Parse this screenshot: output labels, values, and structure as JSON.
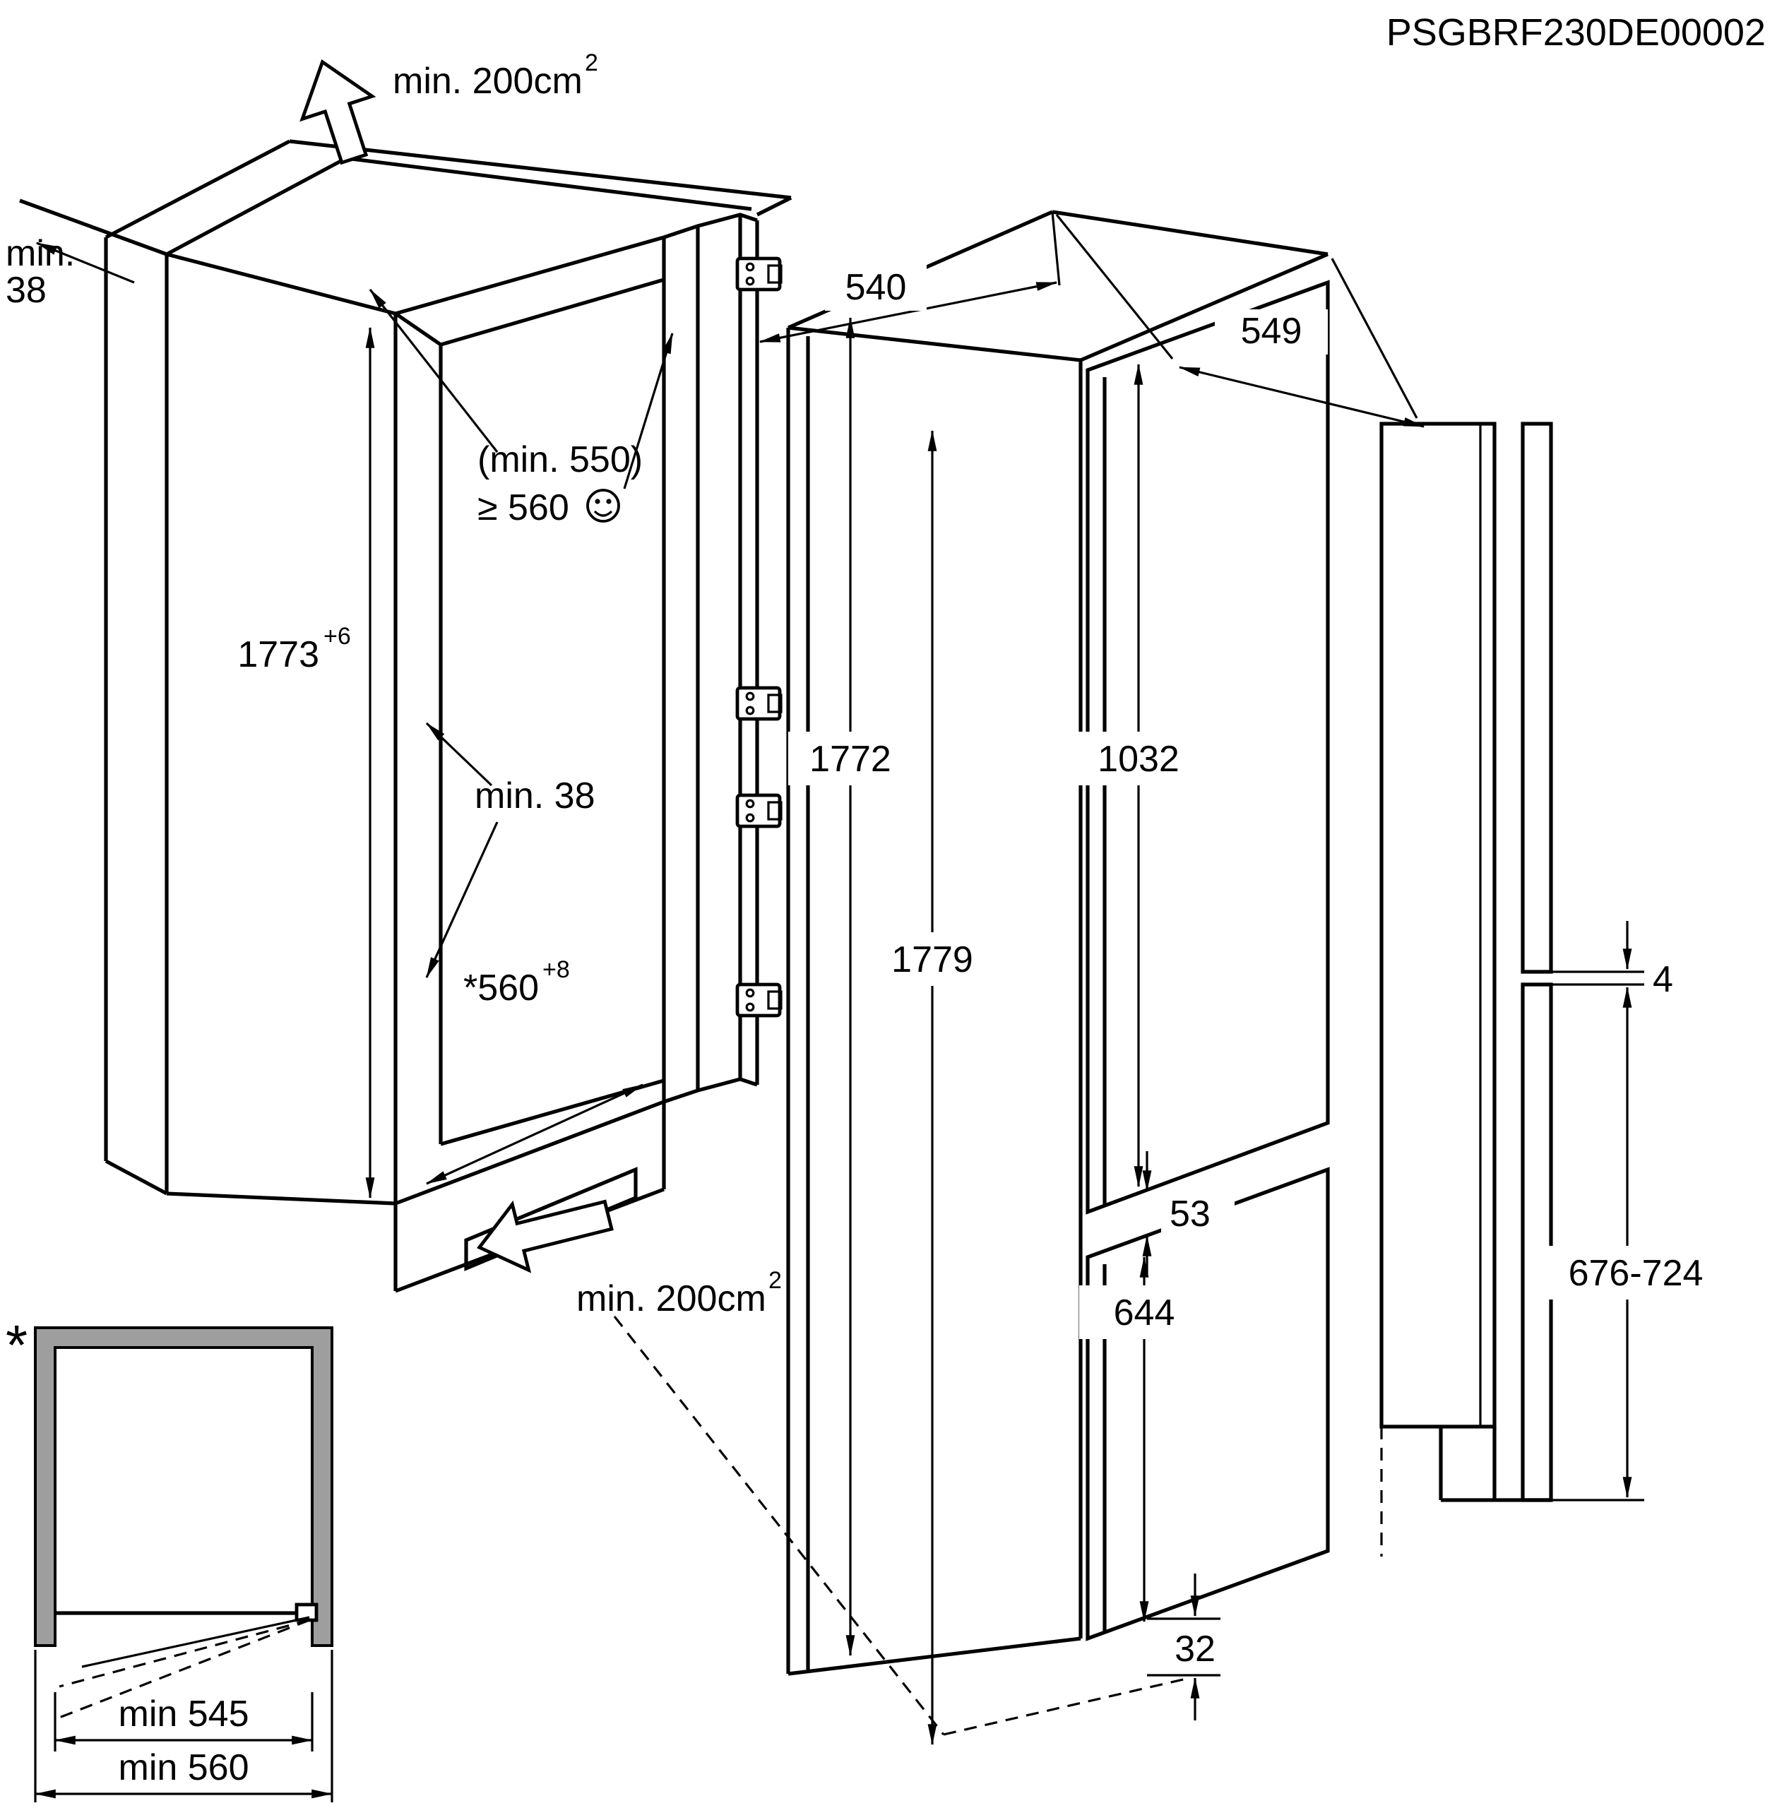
{
  "header": {
    "product_code": "PSGBRF230DE00002"
  },
  "niche": {
    "vent_top_base": "min. 200cm",
    "vent_top_sup": "2",
    "rear_gap_line1": "min.",
    "rear_gap_line2": "38",
    "height_base": "1773",
    "height_sup": "+6",
    "depth_note": "(min. 550)",
    "depth_ok": "≥ 560",
    "bottom_gap": "min. 38",
    "floor_depth_base": "*560",
    "floor_depth_sup": "+8",
    "vent_bottom_base": "min. 200cm",
    "vent_bottom_sup": "2"
  },
  "appliance": {
    "width": "540",
    "depth": "549",
    "height": "1772",
    "overall_height": "1779",
    "upper_door_height": "1032",
    "door_gap": "53",
    "lower_door_height": "644",
    "plinth_height": "32"
  },
  "door_panel": {
    "gap": "4",
    "lower_range": "676-724"
  },
  "inset": {
    "marker": "*",
    "inner_width": "min 545",
    "outer_width": "min 560"
  },
  "colors": {
    "line": "#000000",
    "frame_gray": "#9e9e9e",
    "background": "#ffffff"
  }
}
